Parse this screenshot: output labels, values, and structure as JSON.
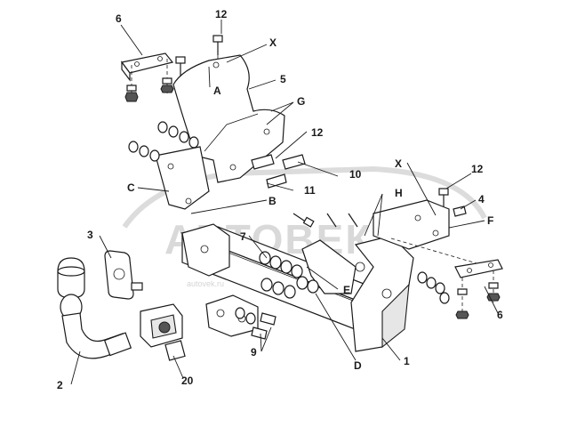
{
  "watermark": {
    "text": "АВТОВЕК",
    "subtext": "autovek.ru"
  },
  "callouts": {
    "p1": "1",
    "p2": "2",
    "p3": "3",
    "p4": "4",
    "p5": "5",
    "p6_top": "6",
    "p6_right": "6",
    "p7": "7",
    "p9": "9",
    "p10": "10",
    "p11": "11",
    "p12_top": "12",
    "p12_mid": "12",
    "p12_right": "12",
    "p20": "20",
    "A": "A",
    "B": "B",
    "C": "C",
    "D": "D",
    "E": "E",
    "F": "F",
    "G": "G",
    "H": "H",
    "X_top": "X",
    "X_right": "X"
  }
}
